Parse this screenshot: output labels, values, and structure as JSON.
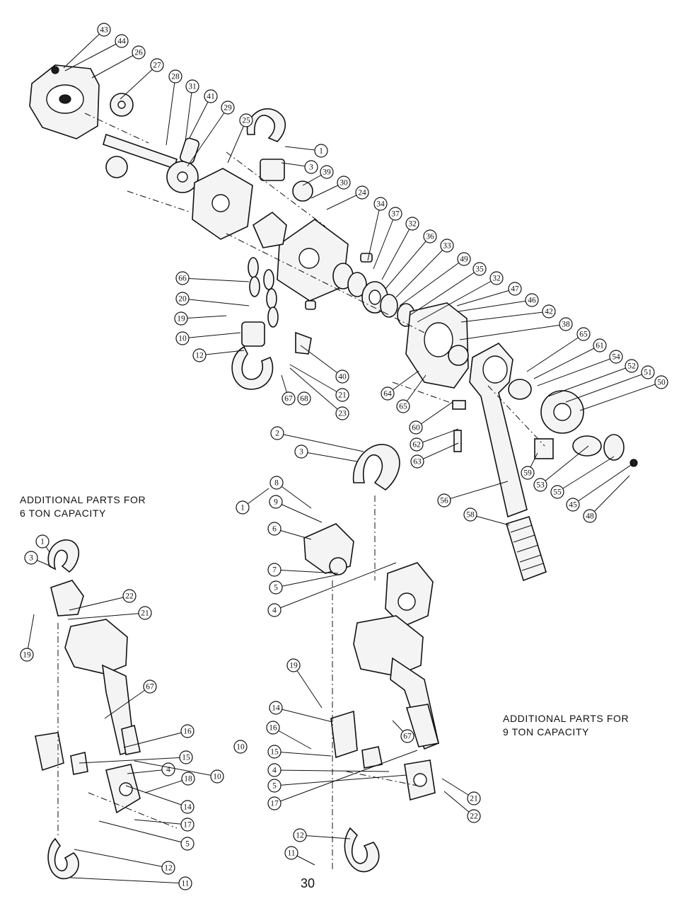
{
  "sections": {
    "six_ton": {
      "line1": "ADDITIONAL PARTS FOR",
      "line2": "6 TON CAPACITY"
    },
    "nine_ton": {
      "line1": "ADDITIONAL PARTS FOR",
      "line2": "9 TON CAPACITY"
    }
  },
  "page_number": "30",
  "callouts_main": [
    "43",
    "44",
    "26",
    "27",
    "28",
    "31",
    "41",
    "29",
    "25",
    "1",
    "3",
    "39",
    "30",
    "24",
    "34",
    "37",
    "32",
    "36",
    "33",
    "49",
    "35",
    "32",
    "47",
    "46",
    "42",
    "38",
    "65",
    "61",
    "54",
    "52",
    "51",
    "50",
    "66",
    "20",
    "19",
    "10",
    "12",
    "40",
    "21",
    "67",
    "68",
    "23",
    "64",
    "65",
    "60",
    "62",
    "63",
    "59",
    "53",
    "55",
    "45",
    "48",
    "56",
    "58"
  ],
  "callouts_center": [
    "2",
    "3",
    "1",
    "8",
    "9",
    "6",
    "7",
    "5",
    "4"
  ],
  "callouts_6ton": [
    "1",
    "3",
    "22",
    "21",
    "19",
    "67",
    "16",
    "15",
    "4",
    "18",
    "10",
    "14",
    "17",
    "5",
    "12",
    "11"
  ],
  "callouts_9ton": [
    "19",
    "14",
    "16",
    "10",
    "15",
    "4",
    "5",
    "17",
    "67",
    "21",
    "22",
    "12",
    "11"
  ]
}
